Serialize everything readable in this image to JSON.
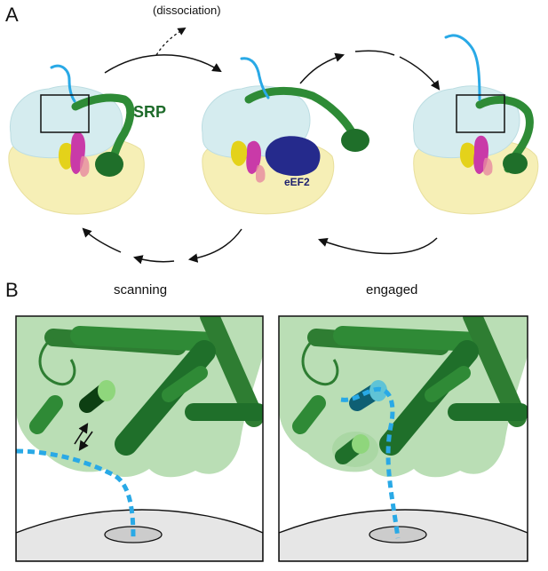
{
  "panel_a": {
    "letter": "A",
    "dissociation_label": "(dissociation)",
    "srp_label": "SRP",
    "eef2_label": "eEF2"
  },
  "panel_b": {
    "letter": "B",
    "scanning_label": "scanning",
    "engaged_label": "engaged"
  },
  "colors": {
    "large_subunit": "#f6efb6",
    "small_subunit": "#d5ecef",
    "srp_green": "#2e8b36",
    "srp_dark": "#1f6f2a",
    "eef2_blue": "#252a8c",
    "nascent_chain": "#29a9e6",
    "tRNA_magenta": "#c93aa8",
    "yellow_site": "#e4d21a",
    "membrane_gray": "#e6e6e6",
    "signal_light_green": "#8fd67c",
    "signal_cyan": "#5fc3d6"
  }
}
